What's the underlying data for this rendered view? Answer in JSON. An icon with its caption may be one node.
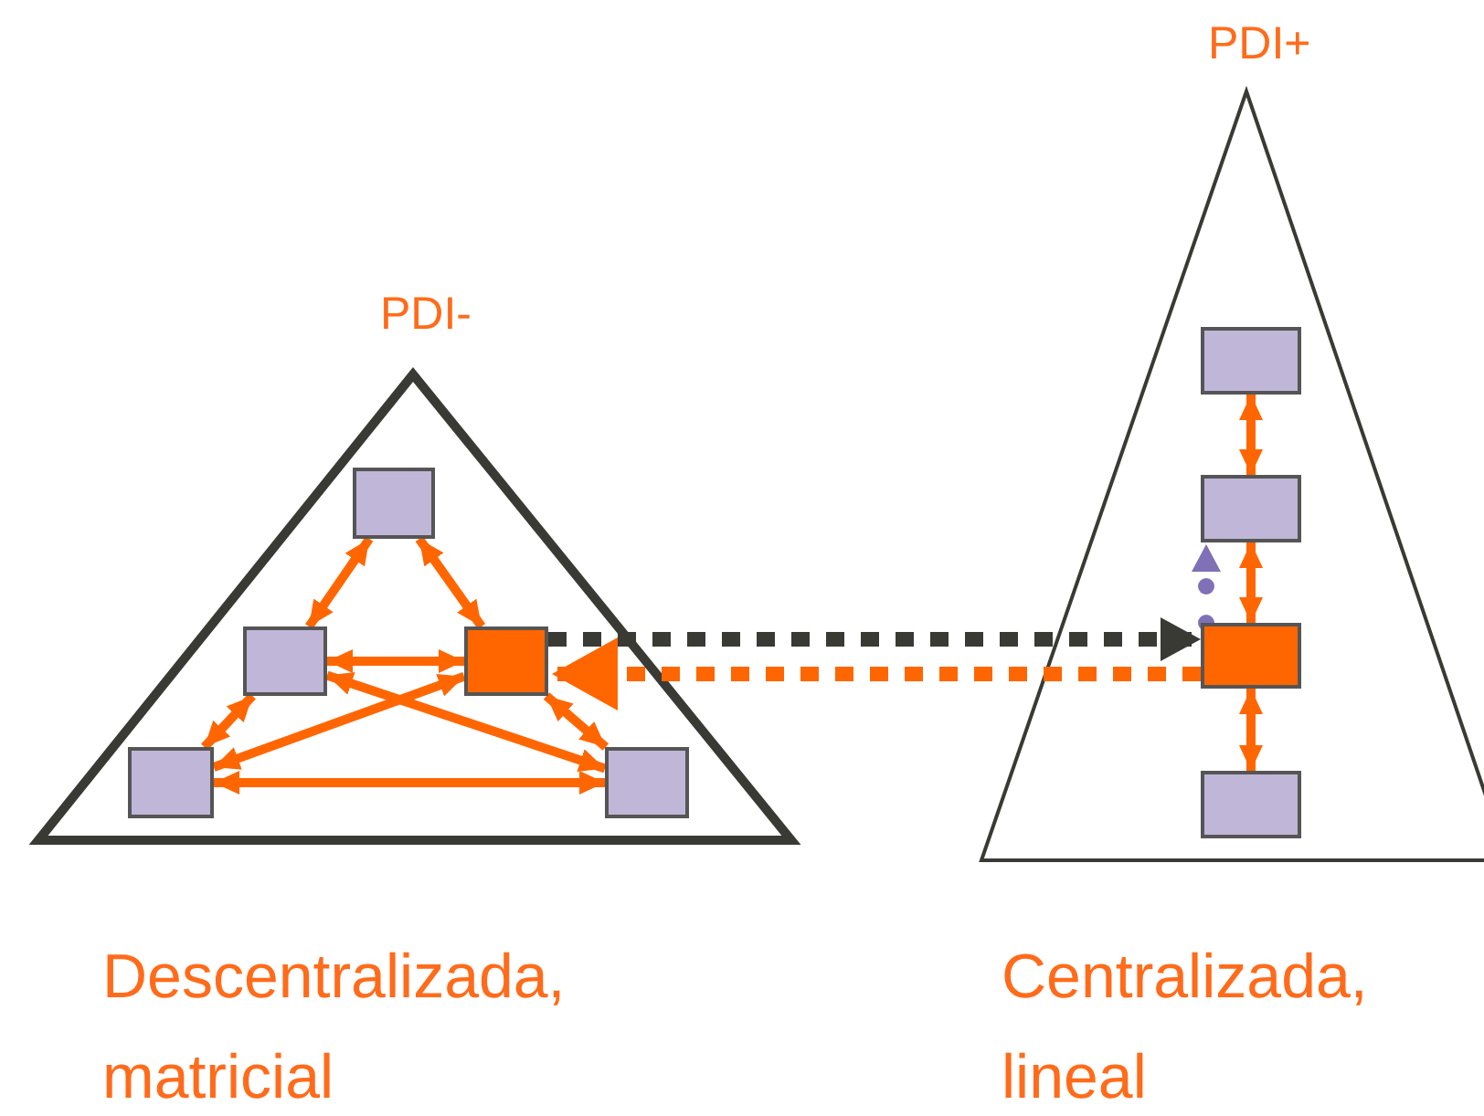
{
  "diagram": {
    "nodes": [
      {
        "text": [
          "PDI-"
        ],
        "beside": [
          "Descentralizada, matricial"
        ]
      },
      {
        "text": [],
        "shape": "box",
        "in": 0
      },
      {
        "text": [],
        "shape": "box",
        "in": 0
      },
      {
        "text": [],
        "shape": "box",
        "in": 0
      },
      {
        "text": [],
        "shape": "box",
        "in": 0
      },
      {
        "text": [],
        "shape": "box",
        "in": 0
      },
      {
        "text": [
          "PDI+"
        ],
        "beside": [
          "Centralizada, lineal"
        ]
      },
      {
        "text": [],
        "shape": "box",
        "in": 6
      },
      {
        "text": [],
        "shape": "box",
        "in": 6
      },
      {
        "text": [],
        "shape": "box",
        "in": 6
      },
      {
        "text": [],
        "shape": "box",
        "in": 6
      }
    ],
    "edges": [
      {
        "from": 1,
        "to": 2,
        "arrow": "both"
      },
      {
        "from": 1,
        "to": 3,
        "arrow": "both"
      },
      {
        "from": 2,
        "to": 3,
        "arrow": "both"
      },
      {
        "from": 2,
        "to": 4,
        "arrow": "both"
      },
      {
        "from": 3,
        "to": 5,
        "arrow": "both"
      },
      {
        "from": 3,
        "to": 4,
        "arrow": "both"
      },
      {
        "from": 2,
        "to": 5,
        "arrow": "both"
      },
      {
        "from": 4,
        "to": 5,
        "arrow": "both"
      },
      {
        "from": 7,
        "to": 8,
        "arrow": "both"
      },
      {
        "from": 8,
        "to": 9,
        "arrow": "both"
      },
      {
        "from": 9,
        "to": 10,
        "arrow": "both"
      },
      {
        "from": 3,
        "to": 9,
        "arrow": "to",
        "style": "dashed",
        "color": "#3a3a35"
      },
      {
        "from": 9,
        "to": 3,
        "arrow": "to",
        "style": "dashed"
      }
    ]
  }
}
